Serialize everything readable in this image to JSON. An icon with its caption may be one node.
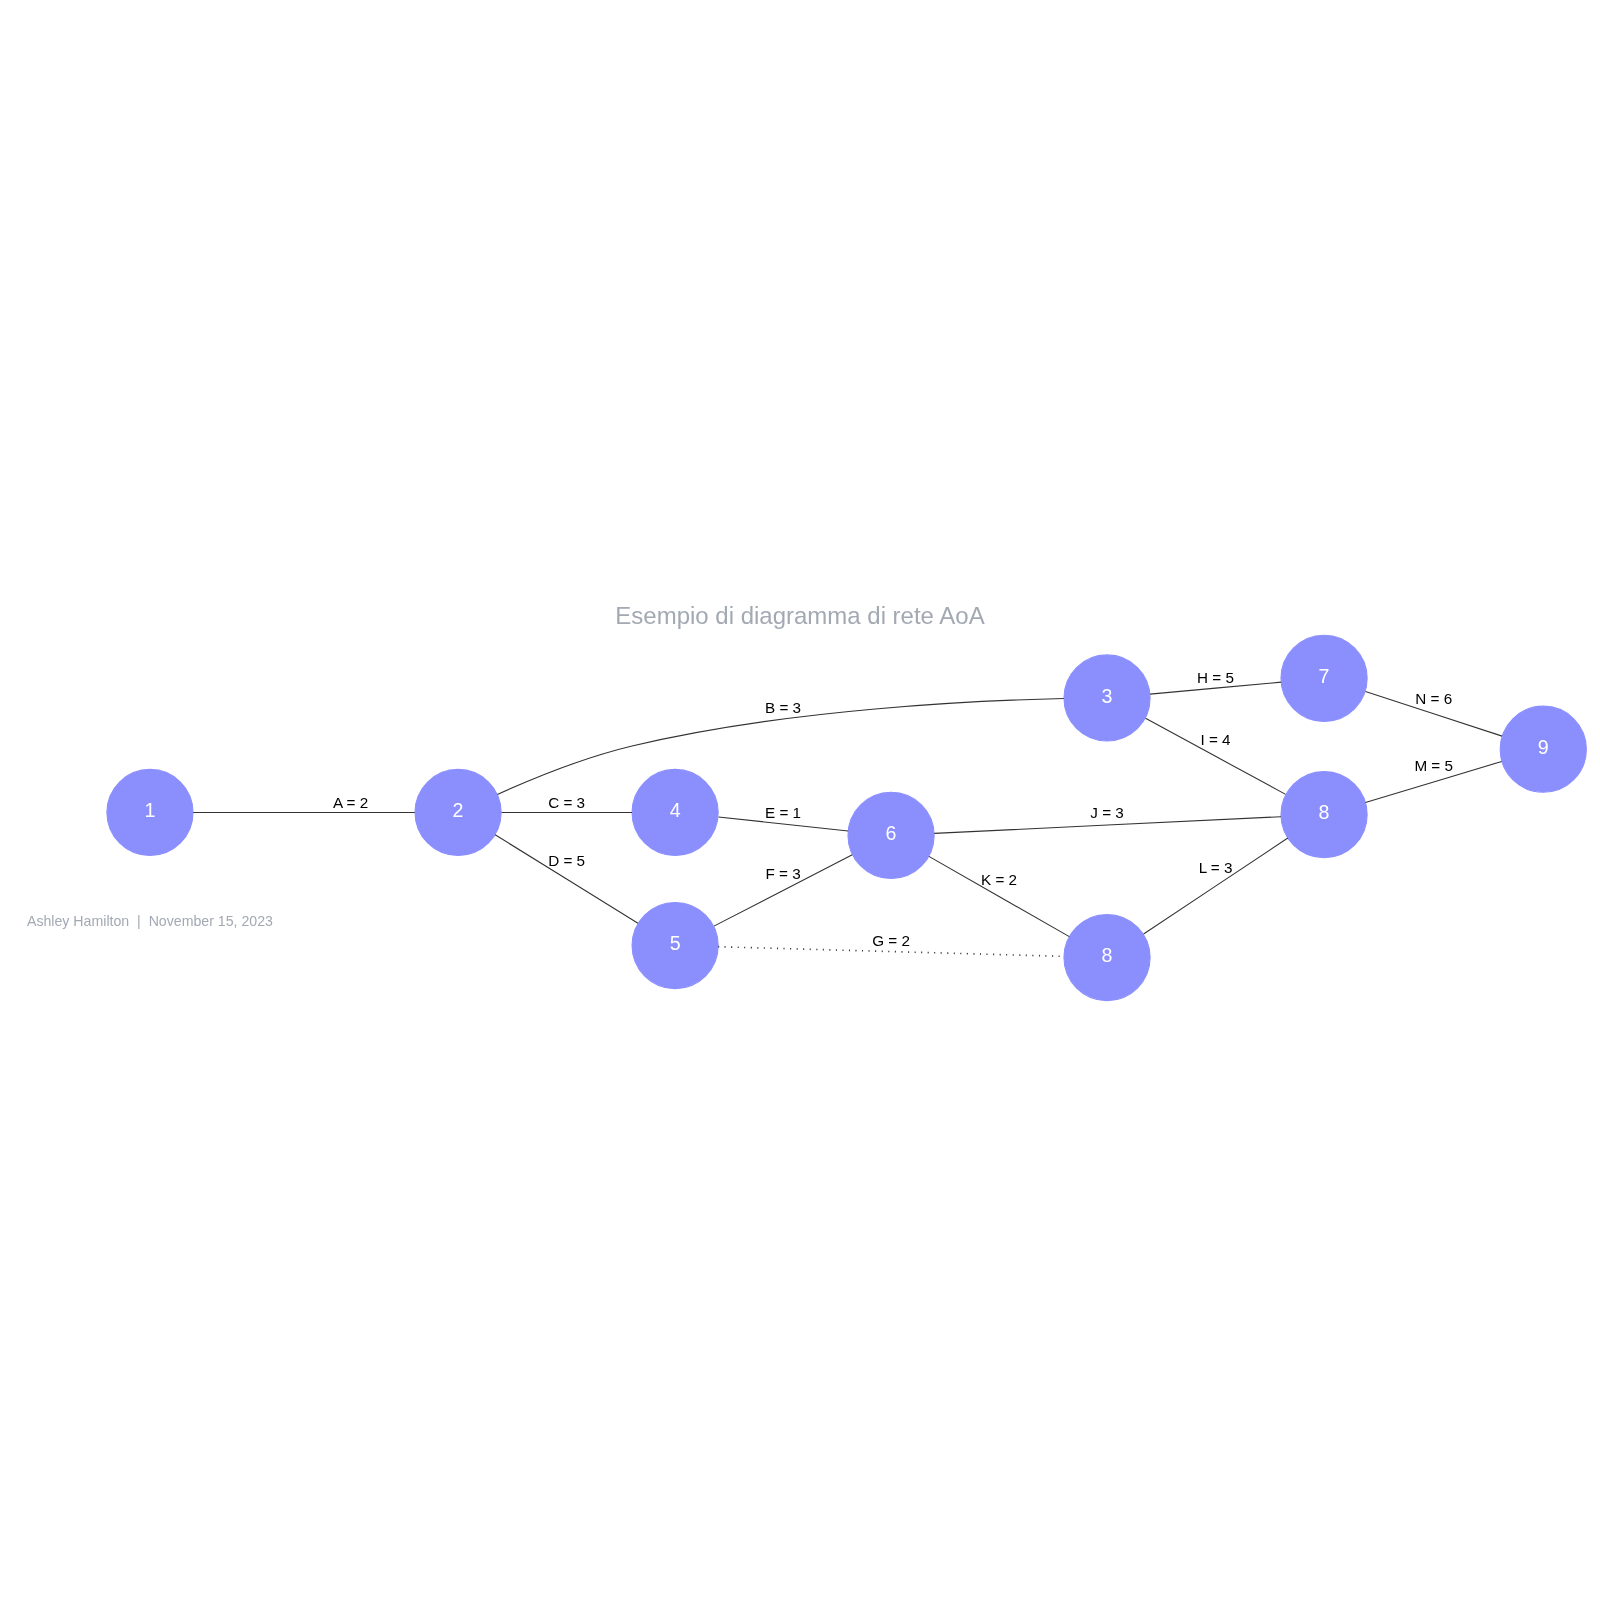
{
  "diagram": {
    "title": "Esempio di diagramma di rete AoA",
    "nodes": [
      {
        "text": [
          "1"
        ]
      },
      {
        "text": [
          "2"
        ]
      },
      {
        "text": [
          "3"
        ]
      },
      {
        "text": [
          "4"
        ]
      },
      {
        "text": [
          "5"
        ]
      },
      {
        "text": [
          "6"
        ]
      },
      {
        "text": [
          "7"
        ]
      },
      {
        "text": [
          "8"
        ]
      },
      {
        "text": [
          "9"
        ]
      },
      {
        "text": [
          "8"
        ]
      }
    ],
    "edges": [
      {
        "from": 0,
        "to": 1,
        "arrow": "none",
        "label": "A = 2"
      },
      {
        "from": 1,
        "to": 2,
        "arrow": "none",
        "label": "B = 3"
      },
      {
        "from": 1,
        "to": 3,
        "arrow": "none",
        "label": "C = 3"
      },
      {
        "from": 1,
        "to": 4,
        "arrow": "none",
        "label": "D = 5"
      },
      {
        "from": 3,
        "to": 5,
        "arrow": "none",
        "label": "E = 1"
      },
      {
        "from": 4,
        "to": 5,
        "arrow": "none",
        "label": "F = 3"
      },
      {
        "from": 4,
        "to": 9,
        "arrow": "none",
        "label": "G = 2",
        "style": "dashed"
      },
      {
        "from": 2,
        "to": 6,
        "arrow": "none",
        "label": "H = 5"
      },
      {
        "from": 2,
        "to": 7,
        "arrow": "none",
        "label": "I = 4"
      },
      {
        "from": 5,
        "to": 7,
        "arrow": "none",
        "label": "J = 3"
      },
      {
        "from": 5,
        "to": 9,
        "arrow": "none",
        "label": "K = 2"
      },
      {
        "from": 9,
        "to": 7,
        "arrow": "none",
        "label": "L = 3"
      },
      {
        "from": 7,
        "to": 8,
        "arrow": "none",
        "label": "M = 5"
      },
      {
        "from": 6,
        "to": 8,
        "arrow": "none",
        "label": "N = 6"
      }
    ],
    "labels": [
      "Ashley Hamilton  |  November 15, 2023"
    ]
  }
}
